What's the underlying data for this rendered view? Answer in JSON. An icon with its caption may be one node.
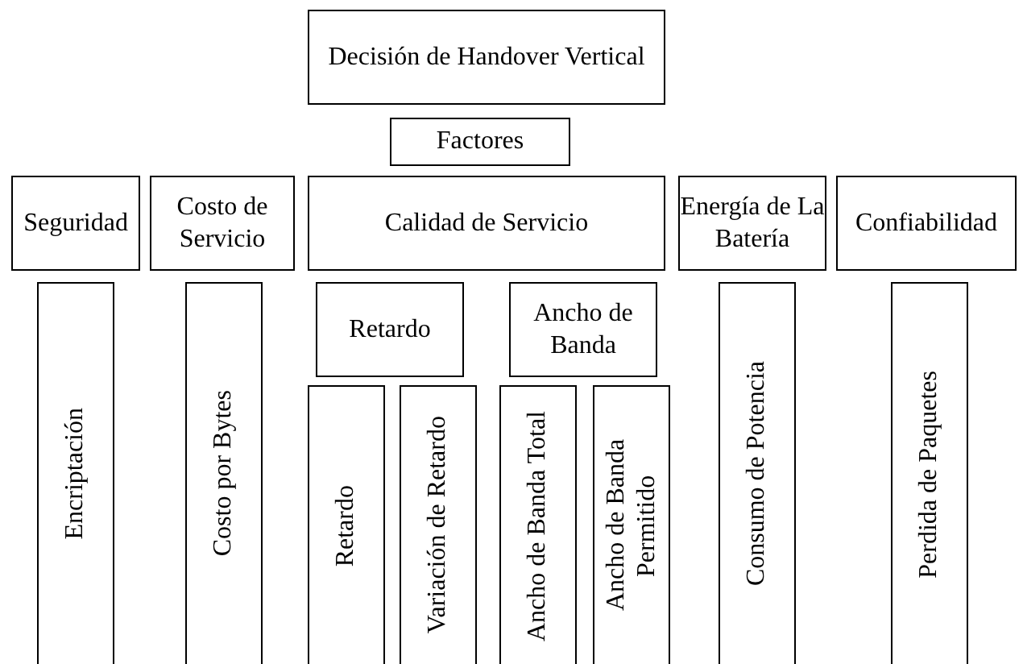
{
  "diagram": {
    "nodes": [
      {
        "text": [
          "Decisión de Handover Vertical"
        ]
      },
      {
        "text": [
          "Factores"
        ]
      },
      {
        "text": [
          "Seguridad"
        ]
      },
      {
        "text": [
          "Costo de Servicio"
        ]
      },
      {
        "text": [
          "Calidad de Servicio"
        ]
      },
      {
        "text": [
          "Energía de La Batería"
        ]
      },
      {
        "text": [
          "Confiabilidad"
        ]
      },
      {
        "text": [
          "Encriptación"
        ]
      },
      {
        "text": [
          "Costo por Bytes"
        ]
      },
      {
        "text": [
          "Retardo"
        ]
      },
      {
        "text": [
          "Ancho de Banda"
        ]
      },
      {
        "text": [
          "Retardo"
        ]
      },
      {
        "text": [
          "Variación de Retardo"
        ]
      },
      {
        "text": [
          "Ancho de Banda Total"
        ]
      },
      {
        "text": [
          "Ancho de Banda Permitido"
        ]
      },
      {
        "text": [
          "Consumo de Potencia"
        ]
      },
      {
        "text": [
          "Perdida de Paquetes"
        ]
      }
    ],
    "edges": []
  }
}
